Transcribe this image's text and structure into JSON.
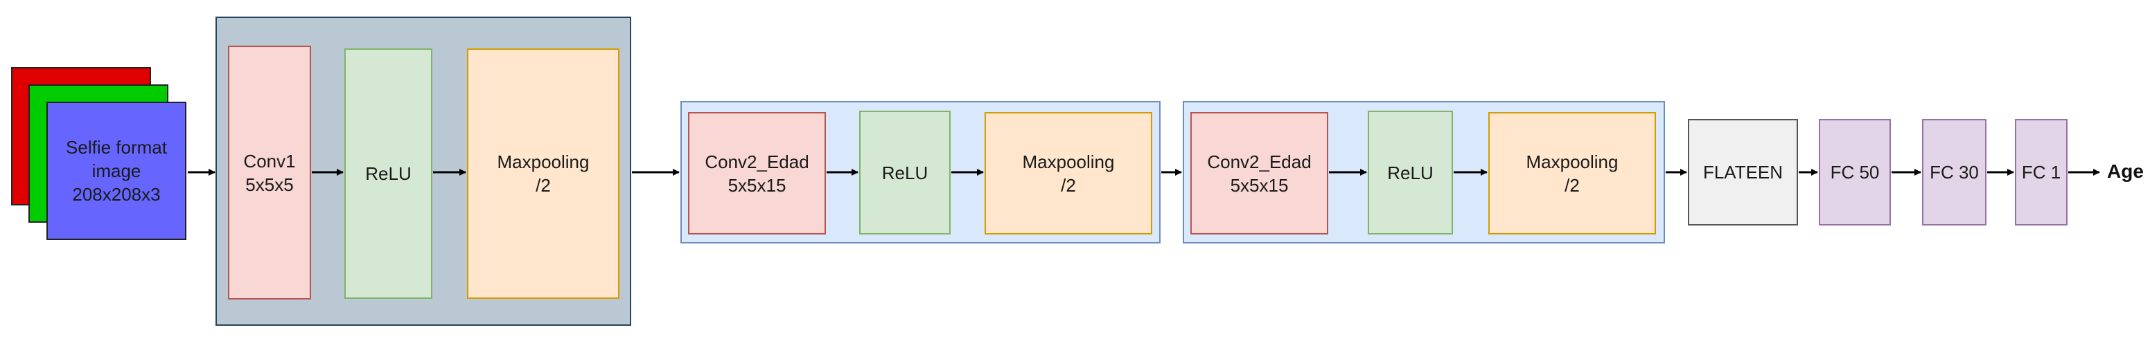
{
  "input": {
    "label": "Selfie format\nimage\n208x208x3",
    "layer_colors": [
      "#e00000",
      "#00cc00",
      "#6666ff"
    ]
  },
  "block1": {
    "conv": "Conv1\n5x5x5",
    "relu": "ReLU",
    "pool": "Maxpooling\n/2"
  },
  "block2": {
    "conv": "Conv2_Edad\n5x5x15",
    "relu": "ReLU",
    "pool": "Maxpooling\n/2"
  },
  "block3": {
    "conv": "Conv2_Edad\n5x5x15",
    "relu": "ReLU",
    "pool": "Maxpooling\n/2"
  },
  "flatten": "FLATEEN",
  "fc": [
    "FC 50",
    "FC 30",
    "FC 1"
  ],
  "output": "Age",
  "colors": {
    "conv_fill": "#f8d7d4",
    "conv_border": "#b85450",
    "relu_fill": "#d5e8d4",
    "relu_border": "#82b366",
    "pool_fill": "#ffe6cc",
    "pool_border": "#d79b00",
    "block1_bg": "#bac8d3",
    "block1_border": "#23445d",
    "block_bg": "#dae8fc",
    "block_border": "#6c8ebf",
    "flatten_fill": "#f0f0f0",
    "flatten_border": "#555555",
    "fc_fill": "#e1d5e7",
    "fc_border": "#9673a6"
  }
}
